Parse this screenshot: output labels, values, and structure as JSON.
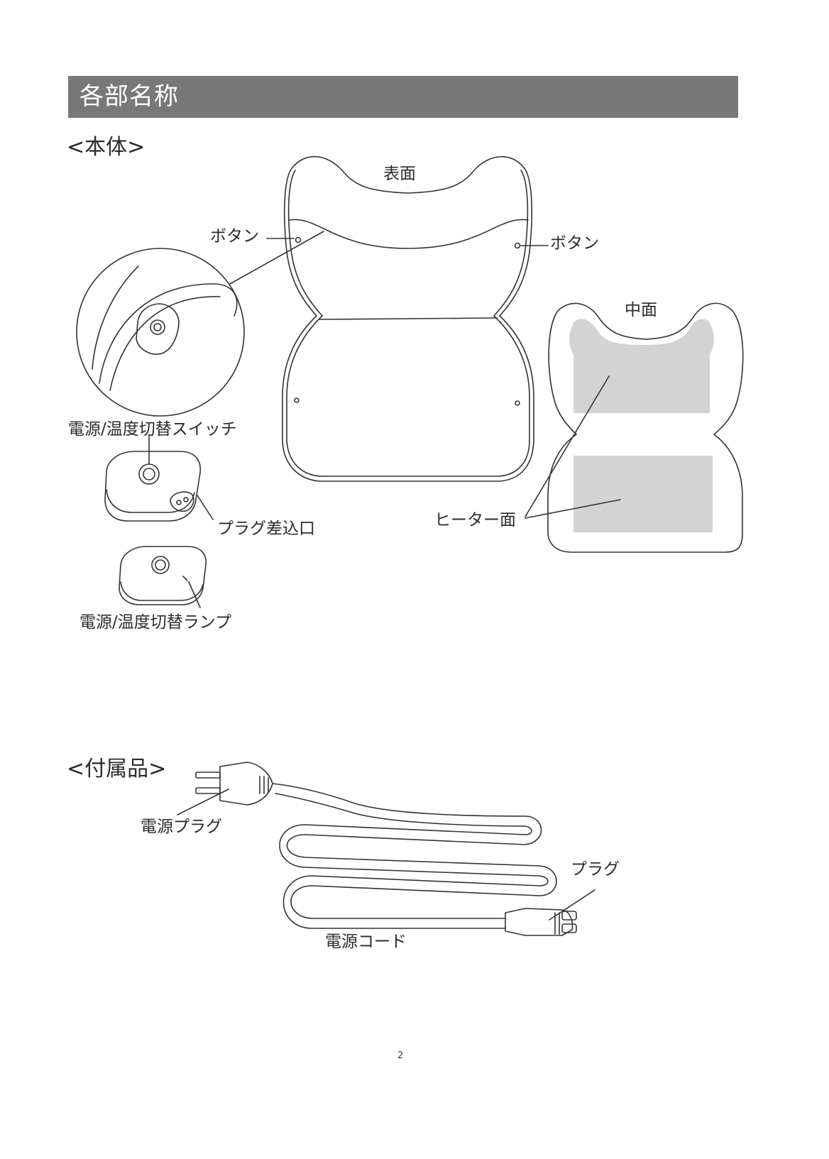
{
  "header": {
    "title": "各部名称"
  },
  "main_unit": {
    "section_label": "<本体>",
    "front_label": "表面",
    "button_label_left": "ボタン",
    "button_label_right": "ボタン",
    "inner_label": "中面",
    "heater_label": "ヒーター面",
    "switch_label": "電源/温度切替スイッチ",
    "plug_inlet_label": "プラグ差込口",
    "lamp_label": "電源/温度切替ランプ"
  },
  "accessories": {
    "section_label": "<付属品>",
    "power_plug_label": "電源プラグ",
    "plug_label": "プラグ",
    "power_cord_label": "電源コード"
  },
  "footer": {
    "page_number": "2"
  },
  "colors": {
    "title_bar": "#787878",
    "heater_area": "#d3d3d3",
    "line": "#333333"
  }
}
